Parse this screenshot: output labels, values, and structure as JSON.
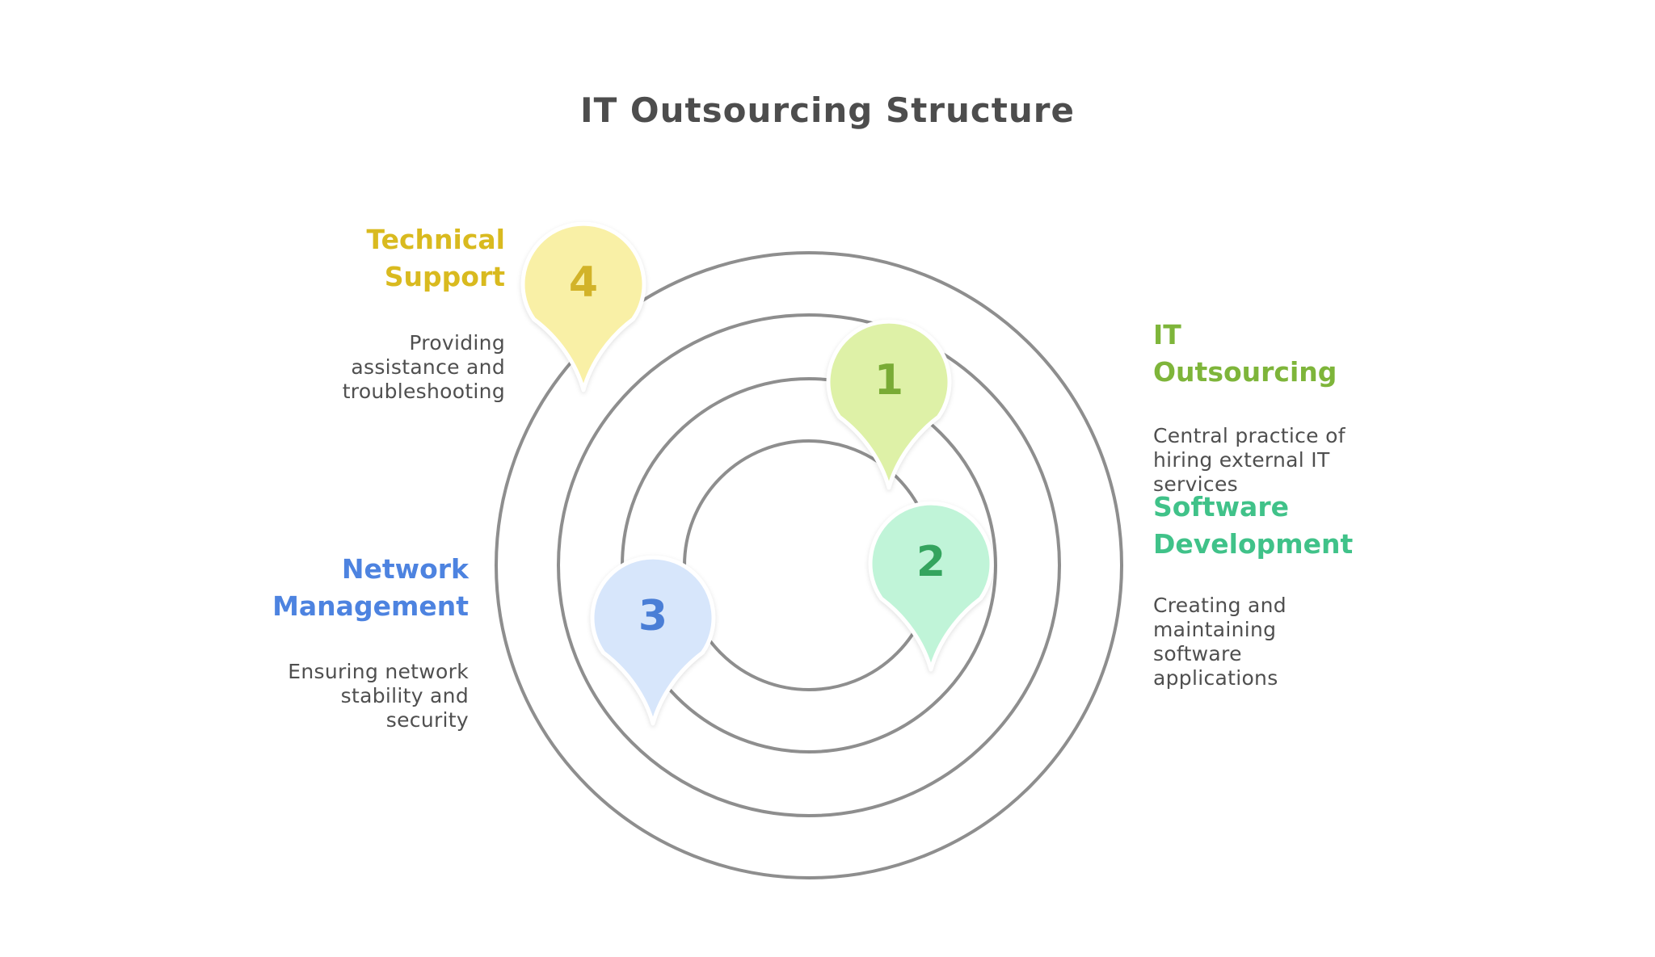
{
  "title": "IT Outsourcing Structure",
  "colors": {
    "background": "#ffffff",
    "title_text": "#4d4d4d",
    "body_text": "#4f4f4f",
    "ring_fill": "#e9e8e6",
    "ring_stroke": "#8e8e8e",
    "pin_outline": "#ffffff"
  },
  "markers": [
    {
      "number": "1",
      "label": "IT\nOutsourcing",
      "description": "Central practice of\nhiring external IT\nservices",
      "pin_fill": "#def1a7",
      "number_color": "#79ab35",
      "label_color": "#7eb53a"
    },
    {
      "number": "2",
      "label": "Software\nDevelopment",
      "description": "Creating and\nmaintaining\nsoftware\napplications",
      "pin_fill": "#c0f4d8",
      "number_color": "#34a45e",
      "label_color": "#40c289"
    },
    {
      "number": "3",
      "label": "Network\nManagement",
      "description": "Ensuring network\nstability and\nsecurity",
      "pin_fill": "#d7e6fb",
      "number_color": "#4a7ed6",
      "label_color": "#4d83e0"
    },
    {
      "number": "4",
      "label": "Technical\nSupport",
      "description": "Providing\nassistance and\ntroubleshooting",
      "pin_fill": "#f9f0a6",
      "number_color": "#d2b329",
      "label_color": "#d9ba1f"
    }
  ]
}
